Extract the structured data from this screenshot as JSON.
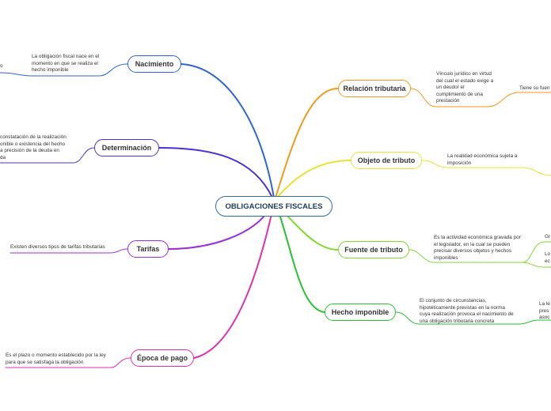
{
  "center": {
    "label": "OBLIGACIONES FISCALES",
    "color": "#2e6ea8"
  },
  "branches": [
    {
      "id": "nacimiento",
      "label": "Nacimiento",
      "color": "#2d63d9",
      "note": "La obligación fiscal nace en el\nmomento en que se realiza el\nhecho imponible",
      "clip": "o"
    },
    {
      "id": "determinacion",
      "label": "Determinación",
      "color": "#4b2fd6",
      "note": "constatación de la realización\nonible o existencia del hecho\na precisión de la deuda en\nda"
    },
    {
      "id": "tarifas",
      "label": "Tarifas",
      "color": "#9a2fd8",
      "note": "Existen diversos tipos de tarifas tributarias"
    },
    {
      "id": "epoca",
      "label": "Época de pago",
      "color": "#dd2fb5",
      "note": "Es el plazo o momento establecido por la ley\npara que se satisfaga la obligación"
    },
    {
      "id": "relacion",
      "label": "Relación tributaria",
      "color": "#f29a1c",
      "note": "Vínculo jurídico en virtud\ndel cual el estado exige a\nun deudor el\ncumplimiento de una\nprestación",
      "clip": "Tiene su fuen"
    },
    {
      "id": "objeto",
      "label": "Objeto de tributo",
      "color": "#e9e13a",
      "note": "La realidad económica sujeta a\nimposición"
    },
    {
      "id": "fuente",
      "label": "Fuente de tributo",
      "color": "#7ed82c",
      "note": "Es la actividad económica gravada por\nel legislador, en la cual se pueden\nprecisar diversos objetos y hechos\nimponibles",
      "clip1": "Gr",
      "clip2": "Lo\nec"
    },
    {
      "id": "hecho",
      "label": "Hecho imponible",
      "color": "#29c22f",
      "note": "El conjunto de circunstancias,\nhipotéticamente previstas en la norma\ncuya realización provoca el nacimiento de\nuna obligación tributaria concreta",
      "clip": "La le\npres\nasoc"
    }
  ]
}
